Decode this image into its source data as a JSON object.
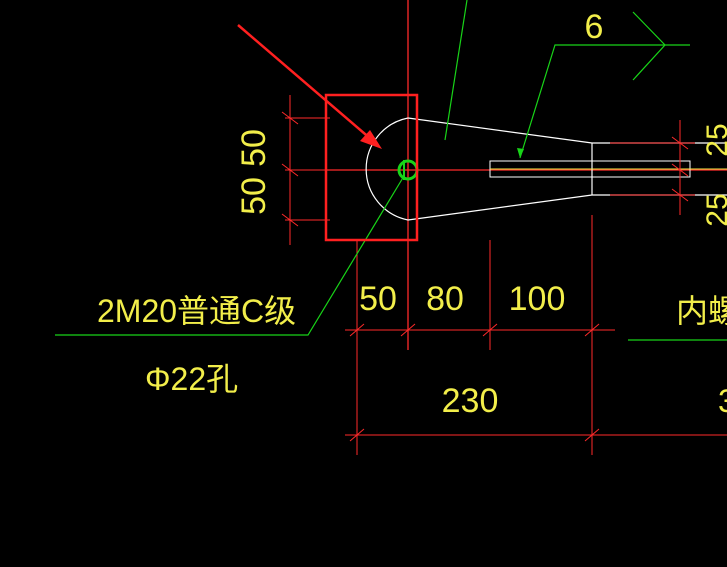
{
  "drawing": {
    "dimensions": {
      "left_vertical_top": "50",
      "left_vertical_bottom": "50",
      "right_vertical_top": "25",
      "right_vertical_bottom": "25",
      "h_seg1": "50",
      "h_seg2": "80",
      "h_seg3": "100",
      "h_total": "230"
    },
    "labels": {
      "weld_size": "6",
      "bolt_spec": "2M20普通C级",
      "hole_spec": "Φ22孔",
      "right_label": "内螺纟"
    },
    "colors": {
      "background": "#000000",
      "dimension_lines": "#ff2a2a",
      "dimension_text": "#f2ee4a",
      "geometry": "#ffffff",
      "leader_lines": "#18d418",
      "bolt_hole": "#18d418",
      "highlight_box": "#ff2020",
      "center_axis": "#ff2a2a"
    }
  }
}
